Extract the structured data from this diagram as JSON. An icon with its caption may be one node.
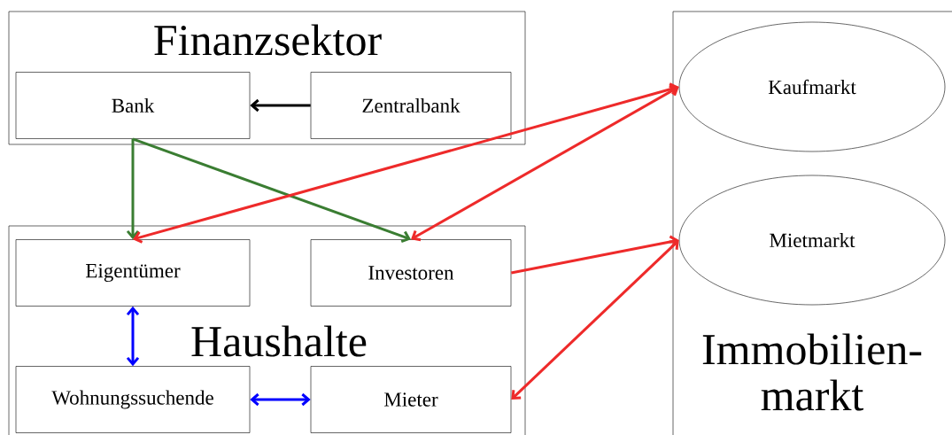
{
  "diagram": {
    "nodes": [
      {
        "text": [
          "Finanzsektor"
        ]
      },
      {
        "text": [
          "Bank"
        ],
        "in": 0
      },
      {
        "text": [
          "Zentralbank"
        ],
        "in": 0
      },
      {
        "text": [
          "Haushalte"
        ]
      },
      {
        "text": [
          "Eigentümer"
        ],
        "in": 3
      },
      {
        "text": [
          "Investoren"
        ],
        "in": 3
      },
      {
        "text": [
          "Wohnungssuchende"
        ],
        "in": 3
      },
      {
        "text": [
          "Mieter"
        ],
        "in": 3
      },
      {
        "text": [
          "Immobilien- markt"
        ]
      },
      {
        "text": [
          "Kaufmarkt"
        ],
        "in": 8
      },
      {
        "text": [
          "Mietmarkt"
        ],
        "in": 8
      }
    ],
    "edges": [
      {
        "from": 2,
        "to": 1,
        "arrow": "to",
        "color": "#000000"
      },
      {
        "from": 1,
        "to": 4,
        "arrow": "to",
        "color": "#3a7d32"
      },
      {
        "from": 1,
        "to": 5,
        "arrow": "to",
        "color": "#3a7d32"
      },
      {
        "from": 4,
        "to": 9,
        "arrow": "both"
      },
      {
        "from": 5,
        "to": 9,
        "arrow": "both"
      },
      {
        "from": 5,
        "to": 10,
        "arrow": "to"
      },
      {
        "from": 7,
        "to": 10,
        "arrow": "both"
      },
      {
        "from": 4,
        "to": 6,
        "arrow": "both",
        "color": "#0000ff"
      },
      {
        "from": 6,
        "to": 7,
        "arrow": "both",
        "color": "#0000ff"
      }
    ]
  }
}
